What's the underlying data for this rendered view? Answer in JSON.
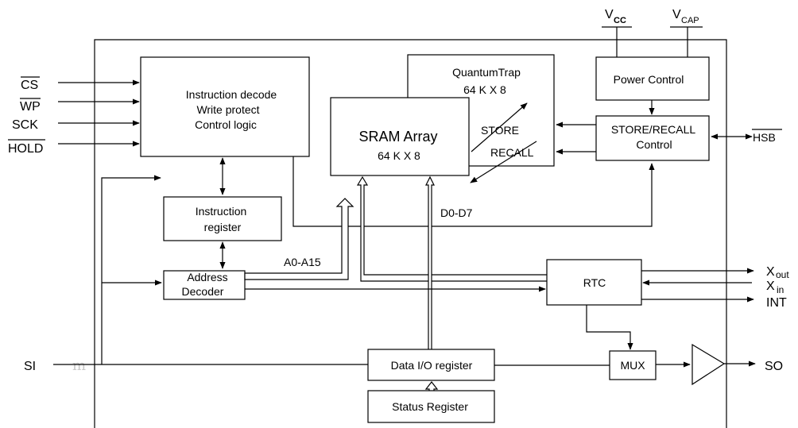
{
  "pins": {
    "cs": "CS",
    "wp": "WP",
    "sck": "SCK",
    "hold": "HOLD",
    "si": "SI",
    "so": "SO",
    "hsb": "HSB",
    "vcc_main": "V",
    "vcc_sub": "CC",
    "vcap_main": "V",
    "vcap_sub": "CAP",
    "xout_main": "X",
    "xout_sub": "out",
    "xin_main": "X",
    "xin_sub": "in",
    "int": "INT"
  },
  "blocks": {
    "instruction_decode": [
      "Instruction decode",
      "Write protect",
      "Control logic"
    ],
    "quantumtrap": [
      "QuantumTrap",
      "64 K X 8"
    ],
    "sram_title": "SRAM Array",
    "sram_size": "64 K X 8",
    "store": "STORE",
    "recall": "RECALL",
    "power_control": "Power Control",
    "store_recall": [
      "STORE/RECALL",
      "Control"
    ],
    "instruction_register": [
      "Instruction",
      "register"
    ],
    "address_decoder": [
      "Address",
      "Decoder"
    ],
    "rtc": "RTC",
    "data_io": "Data I/O register",
    "mux": "MUX",
    "status_register": "Status Register"
  },
  "buses": {
    "address": "A0-A15",
    "data": "D0-D7"
  },
  "watermark": "m"
}
